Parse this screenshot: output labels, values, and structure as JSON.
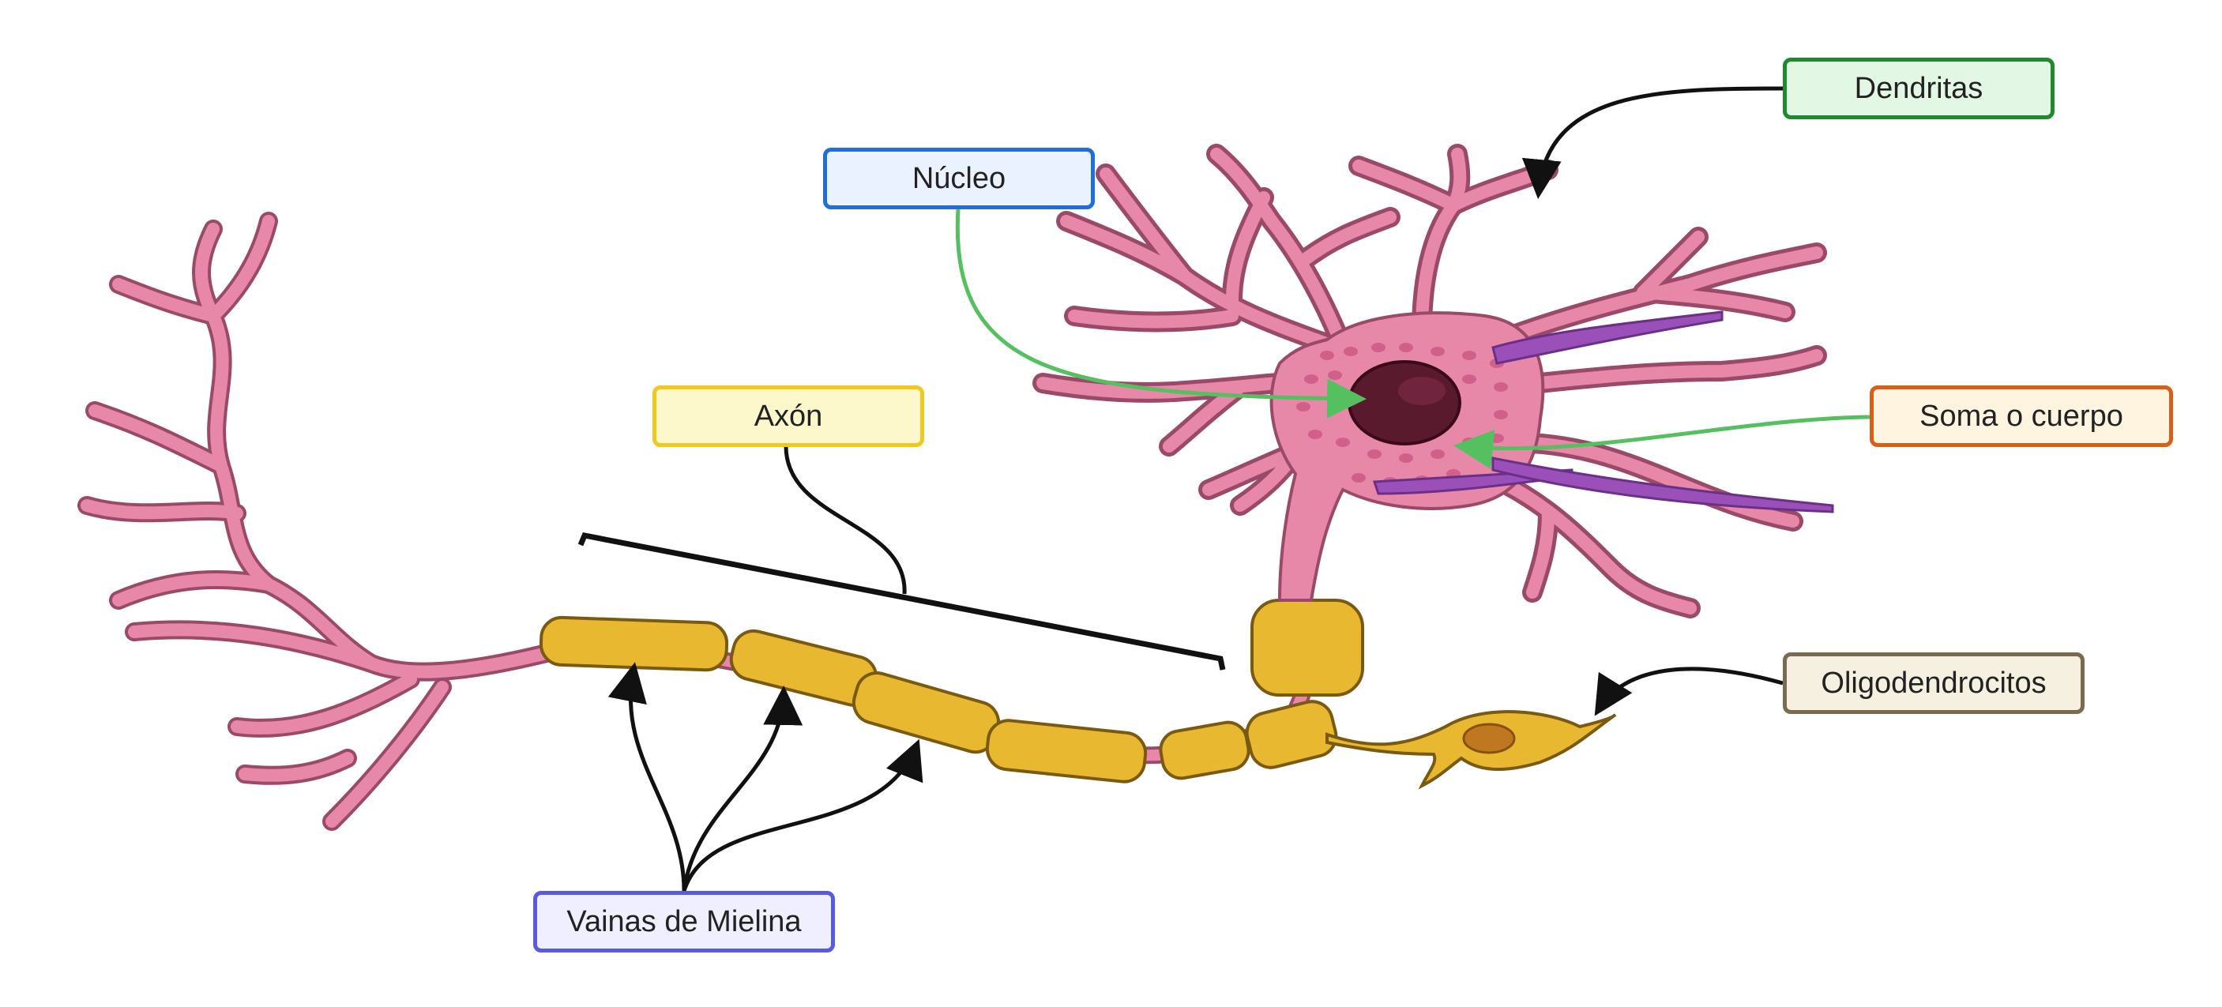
{
  "labels": {
    "nucleo": {
      "text": "Núcleo",
      "border": "#1f6fd6",
      "fill": "#eaf2ff"
    },
    "dendritas": {
      "text": "Dendritas",
      "border": "#1e8a2e",
      "fill": "#e3f8e4"
    },
    "axon": {
      "text": "Axón",
      "border": "#f0c820",
      "fill": "#fdf8cc"
    },
    "soma": {
      "text": "Soma o cuerpo",
      "border": "#d4601a",
      "fill": "#fff4e0"
    },
    "oligodendrocitos": {
      "text": "Oligodendrocitos",
      "border": "#7a6a50",
      "fill": "#f5f0e0"
    },
    "vainas": {
      "text": "Vainas de Mielina",
      "border": "#5a5ae0",
      "fill": "#efefff"
    }
  },
  "colors": {
    "neuron_pink": "#e888a8",
    "neuron_outline": "#9a4a68",
    "nucleus": "#5a1a2e",
    "myelin": "#e8b830",
    "myelin_outline": "#7a5a10",
    "purple_process": "#9a50b8",
    "arrow_black": "#111111",
    "arrow_green": "#55c060"
  }
}
